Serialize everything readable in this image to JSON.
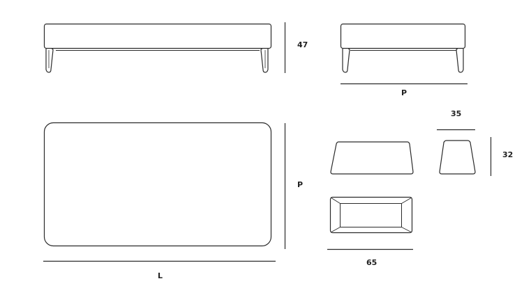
{
  "dimensions": {
    "height_label": "47",
    "depth_label_side": "P",
    "depth_label_top": "P",
    "length_label": "L",
    "pouf_width_label": "35",
    "pouf_height_label": "32",
    "tray_width_label": "65"
  }
}
